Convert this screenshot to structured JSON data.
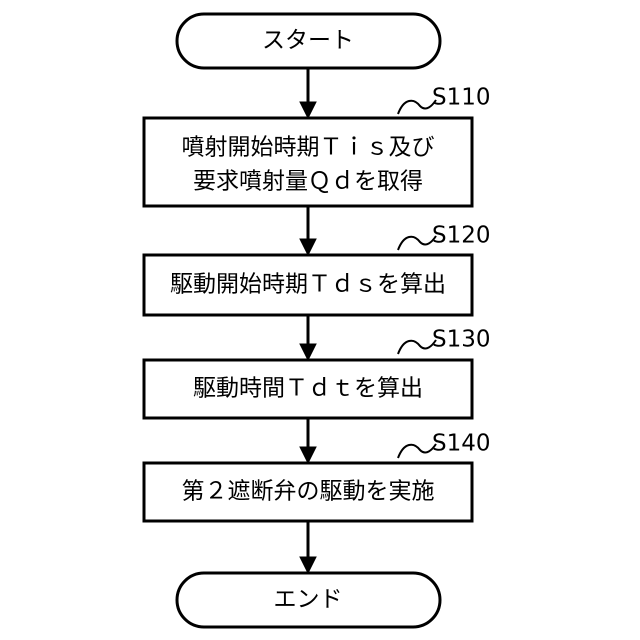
{
  "start": {
    "label": "スタート"
  },
  "steps": [
    {
      "id": "S110",
      "lines": [
        "噴射開始時期Ｔｉｓ及び",
        "要求噴射量Ｑｄを取得"
      ]
    },
    {
      "id": "S120",
      "lines": [
        "駆動開始時期Ｔｄｓを算出"
      ]
    },
    {
      "id": "S130",
      "lines": [
        "駆動時間Ｔｄｔを算出"
      ]
    },
    {
      "id": "S140",
      "lines": [
        "第２遮断弁の駆動を実施"
      ]
    }
  ],
  "end": {
    "label": "エンド"
  }
}
